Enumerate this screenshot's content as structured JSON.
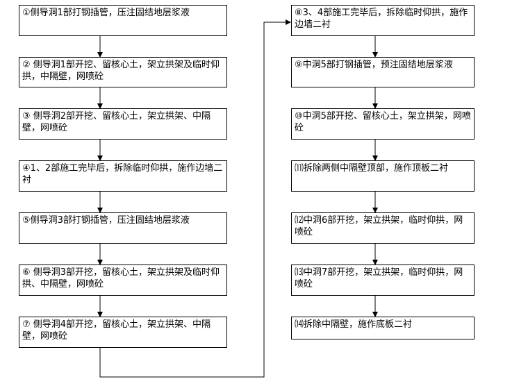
{
  "steps": [
    {
      "text": "①侧导洞1部打钢插管，压注固结地层浆液"
    },
    {
      "text": "② 侧导洞1部开挖、留核心土，架立拱架及临时仰拱，中隔壁，网喷砼"
    },
    {
      "text": "③ 侧导洞2部开挖、留核心土，架立拱架、中隔壁，网喷砼"
    },
    {
      "text": "④1、2部施工完毕后，拆除临时仰拱，施作边墙二衬"
    },
    {
      "text": "⑤侧导洞3部打钢插管，压注固结地层浆液"
    },
    {
      "text": "⑥ 侧导洞3部开挖，留核心土，架立拱架及临时仰拱、中隔壁，网喷砼"
    },
    {
      "text": "⑦ 侧导洞4部开挖，留核心土，架立拱架、中隔壁，网喷砼"
    },
    {
      "text": "⑧3、4部施工完毕后，拆除临时仰拱，施作边墙二衬"
    },
    {
      "text": "⑨中洞5部打钢插管，预注固结地层浆液"
    },
    {
      "text": "⑩中洞5部开挖、留核心土，架立拱架，网喷砼"
    },
    {
      "text": "⑾拆除两侧中隔壁顶部，施作顶板二衬"
    },
    {
      "text": "⑿中洞6部开挖，架立拱架，临时仰拱，网喷砼"
    },
    {
      "text": "⒀中洞7部开挖，架立拱架，临时仰拱，网喷砼"
    },
    {
      "text": "⒁拆除中隔壁，施作底板二衬"
    }
  ]
}
